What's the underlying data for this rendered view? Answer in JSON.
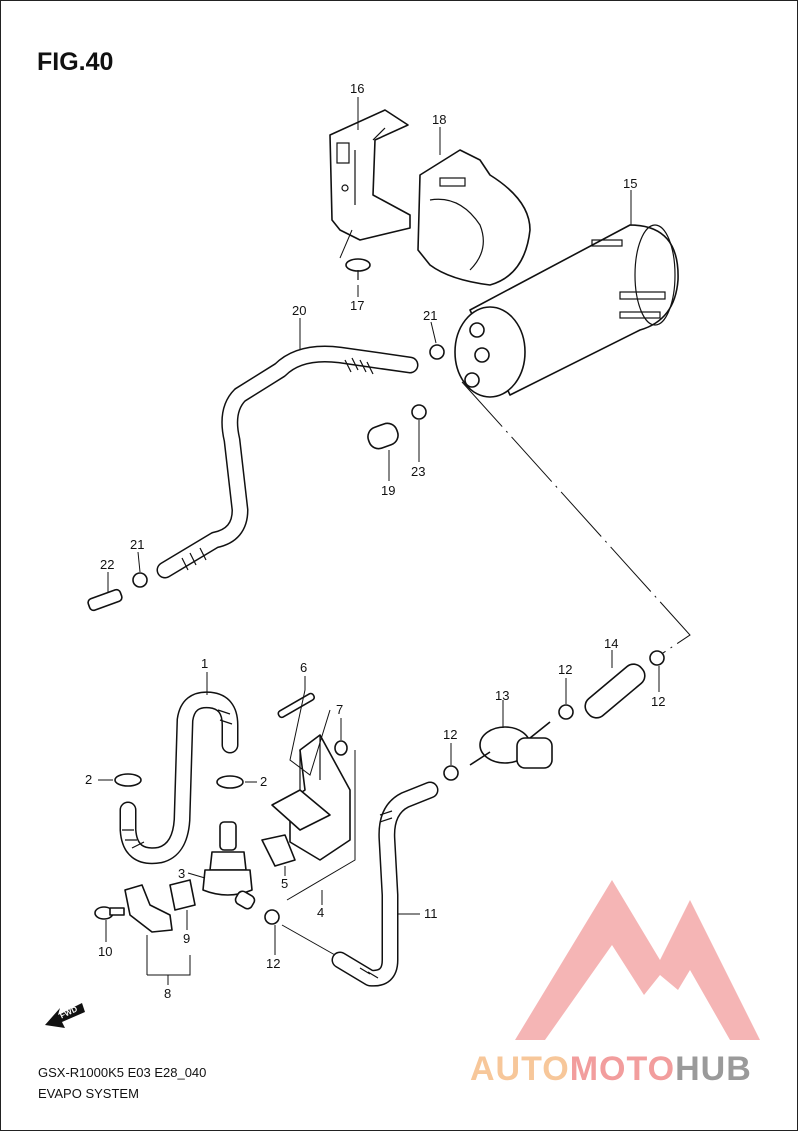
{
  "figure": {
    "title": "FIG.40",
    "model_code": "GSX-R1000K5 E03 E28_040",
    "system_name": "EVAPO SYSTEM",
    "fwd_label": "FWD"
  },
  "watermark": {
    "part1": "AUTO",
    "part2": "MOTO",
    "part3": "HUB",
    "color1": "#f7c79a",
    "color2": "#f29d9d",
    "color3": "#9a9a9a"
  },
  "callouts": {
    "c1": "1",
    "c2a": "2",
    "c2b": "2",
    "c3": "3",
    "c4": "4",
    "c5": "5",
    "c6": "6",
    "c7": "7",
    "c8": "8",
    "c9": "9",
    "c10": "10",
    "c11": "11",
    "c12a": "12",
    "c12b": "12",
    "c12c": "12",
    "c12d": "12",
    "c13": "13",
    "c14": "14",
    "c15": "15",
    "c16": "16",
    "c17": "17",
    "c18": "18",
    "c19": "19",
    "c20": "20",
    "c21a": "21",
    "c21b": "21",
    "c22": "22",
    "c23": "23"
  }
}
